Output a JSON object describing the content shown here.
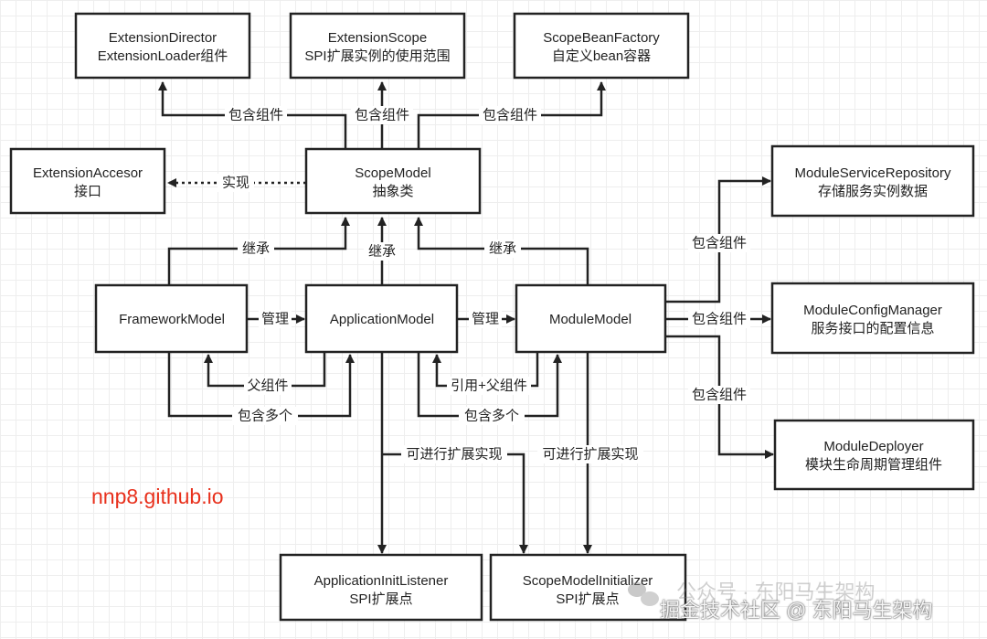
{
  "boxes": {
    "extension_director": [
      "ExtensionDirector",
      "ExtensionLoader组件"
    ],
    "extension_scope": [
      "ExtensionScope",
      "SPI扩展实例的使用范围"
    ],
    "scope_bean_factory": [
      "ScopeBeanFactory",
      "自定义bean容器"
    ],
    "extension_accessor": [
      "ExtensionAccesor",
      "接口"
    ],
    "scope_model": [
      "ScopeModel",
      "抽象类"
    ],
    "module_service_repository": [
      "ModuleServiceRepository",
      "存储服务实例数据"
    ],
    "framework_model": [
      "FrameworkModel"
    ],
    "application_model": [
      "ApplicationModel"
    ],
    "module_model": [
      "ModuleModel"
    ],
    "module_config_manager": [
      "ModuleConfigManager",
      "服务接口的配置信息"
    ],
    "module_deployer": [
      "ModuleDeployer",
      "模块生命周期管理组件"
    ],
    "application_init_listener": [
      "ApplicationInitListener",
      "SPI扩展点"
    ],
    "scope_model_initializer": [
      "ScopeModelInitializer",
      "SPI扩展点"
    ]
  },
  "edges": {
    "contains_component": "包含组件",
    "implements": "实现",
    "inherits": "继承",
    "manages": "管理",
    "parent_component": "父组件",
    "ref_parent_component": "引用+父组件",
    "contains_many": "包含多个",
    "extensible": "可进行扩展实现"
  },
  "site_label": "nnp8.github.io",
  "site_color": "#e8301c",
  "watermarks": [
    "公众号 · 东阳马生架构",
    "掘金技术社区 @ 东阳马生架构"
  ]
}
